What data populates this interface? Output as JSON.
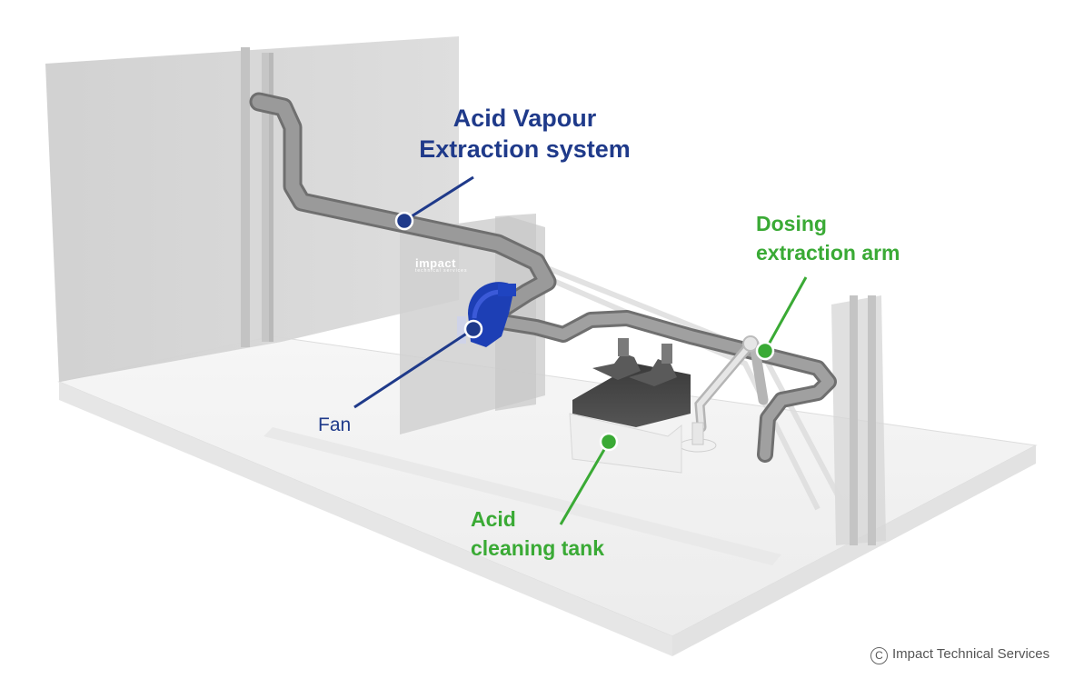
{
  "labels": {
    "acid_vapour_line1": "Acid Vapour",
    "acid_vapour_line2": "Extraction system",
    "dosing_line1": "Dosing",
    "dosing_line2": "extraction arm",
    "fan": "Fan",
    "tank_line1": "Acid",
    "tank_line2": "cleaning tank"
  },
  "copyright": {
    "symbol": "C",
    "text": "Impact Technical Services"
  },
  "brand": {
    "name": "impact",
    "tagline": "technical services"
  },
  "colors": {
    "blue_label": "#1f3a8a",
    "green_label": "#3aaa35",
    "fan": "#1d3fb5",
    "duct": "#8c8c8c",
    "wall": "#d4d4d4",
    "floor": "#f3f3f3"
  },
  "icons": {
    "callout_marker": "filled-circle-marker",
    "copyright": "copyright-icon"
  }
}
